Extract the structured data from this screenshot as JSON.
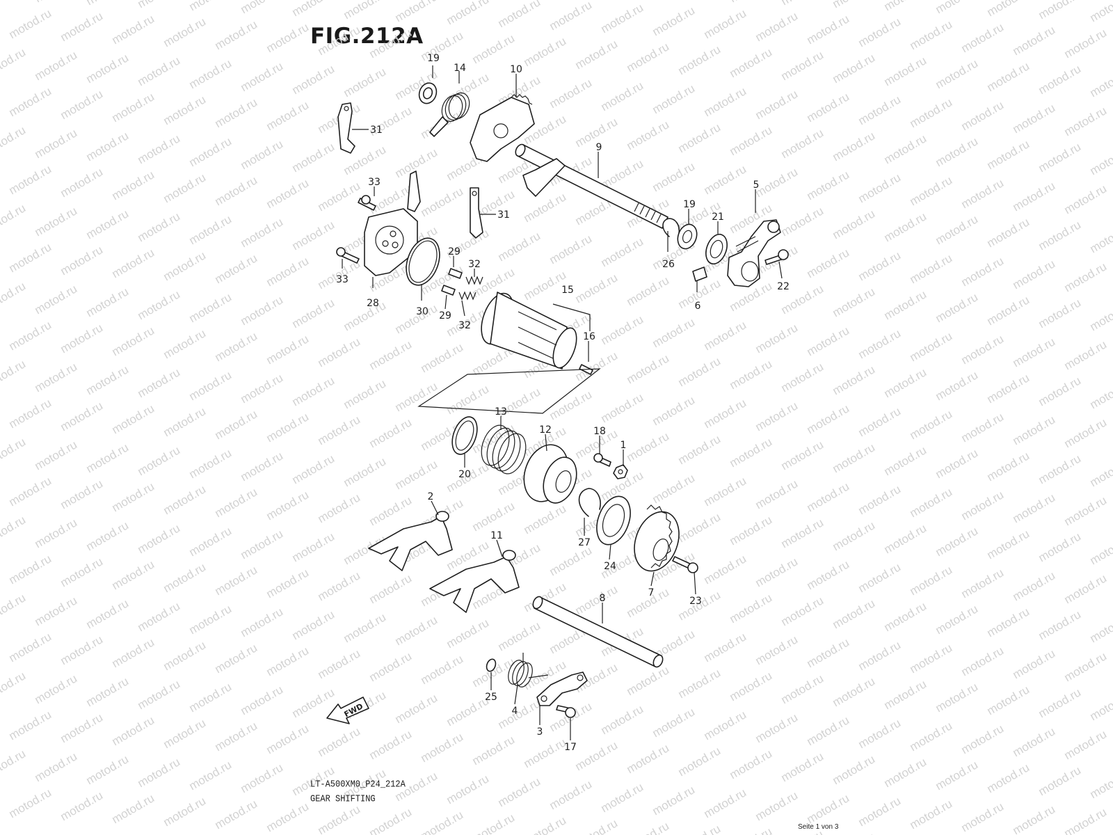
{
  "figure": {
    "title": "FIG.212A",
    "code": "LT-A500XM0_P24_212A",
    "name": "GEAR SHIFTING"
  },
  "watermark": {
    "text": "motod.ru"
  },
  "page_count": "Seite 1 von 3",
  "fwd_label": "FWD",
  "callouts": [
    "19",
    "14",
    "10",
    "31",
    "9",
    "33",
    "31",
    "5",
    "19",
    "21",
    "28",
    "33",
    "29",
    "32",
    "30",
    "26",
    "22",
    "6",
    "15",
    "29",
    "32",
    "16",
    "13",
    "12",
    "18",
    "1",
    "20",
    "2",
    "11",
    "27",
    "24",
    "7",
    "23",
    "8",
    "25",
    "4",
    "3",
    "17"
  ]
}
